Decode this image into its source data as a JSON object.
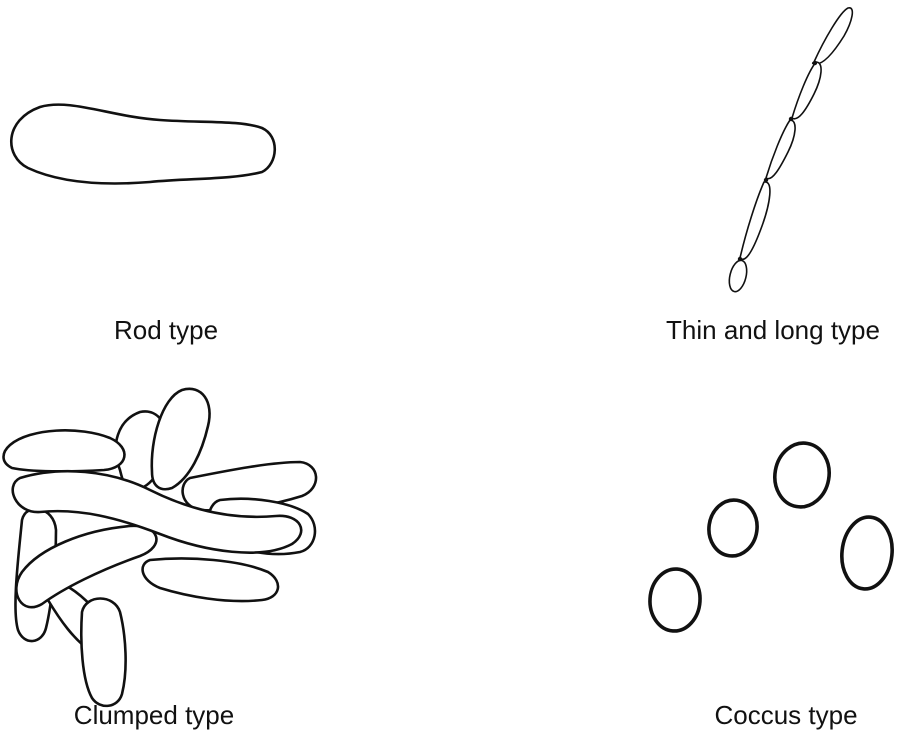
{
  "panels": [
    {
      "id": "rod",
      "label": "Rod type"
    },
    {
      "id": "thin-long",
      "label": "Thin and long type"
    },
    {
      "id": "clumped",
      "label": "Clumped type"
    },
    {
      "id": "coccus",
      "label": "Coccus type"
    }
  ],
  "colors": {
    "outline": "#111111",
    "background": "#ffffff"
  }
}
